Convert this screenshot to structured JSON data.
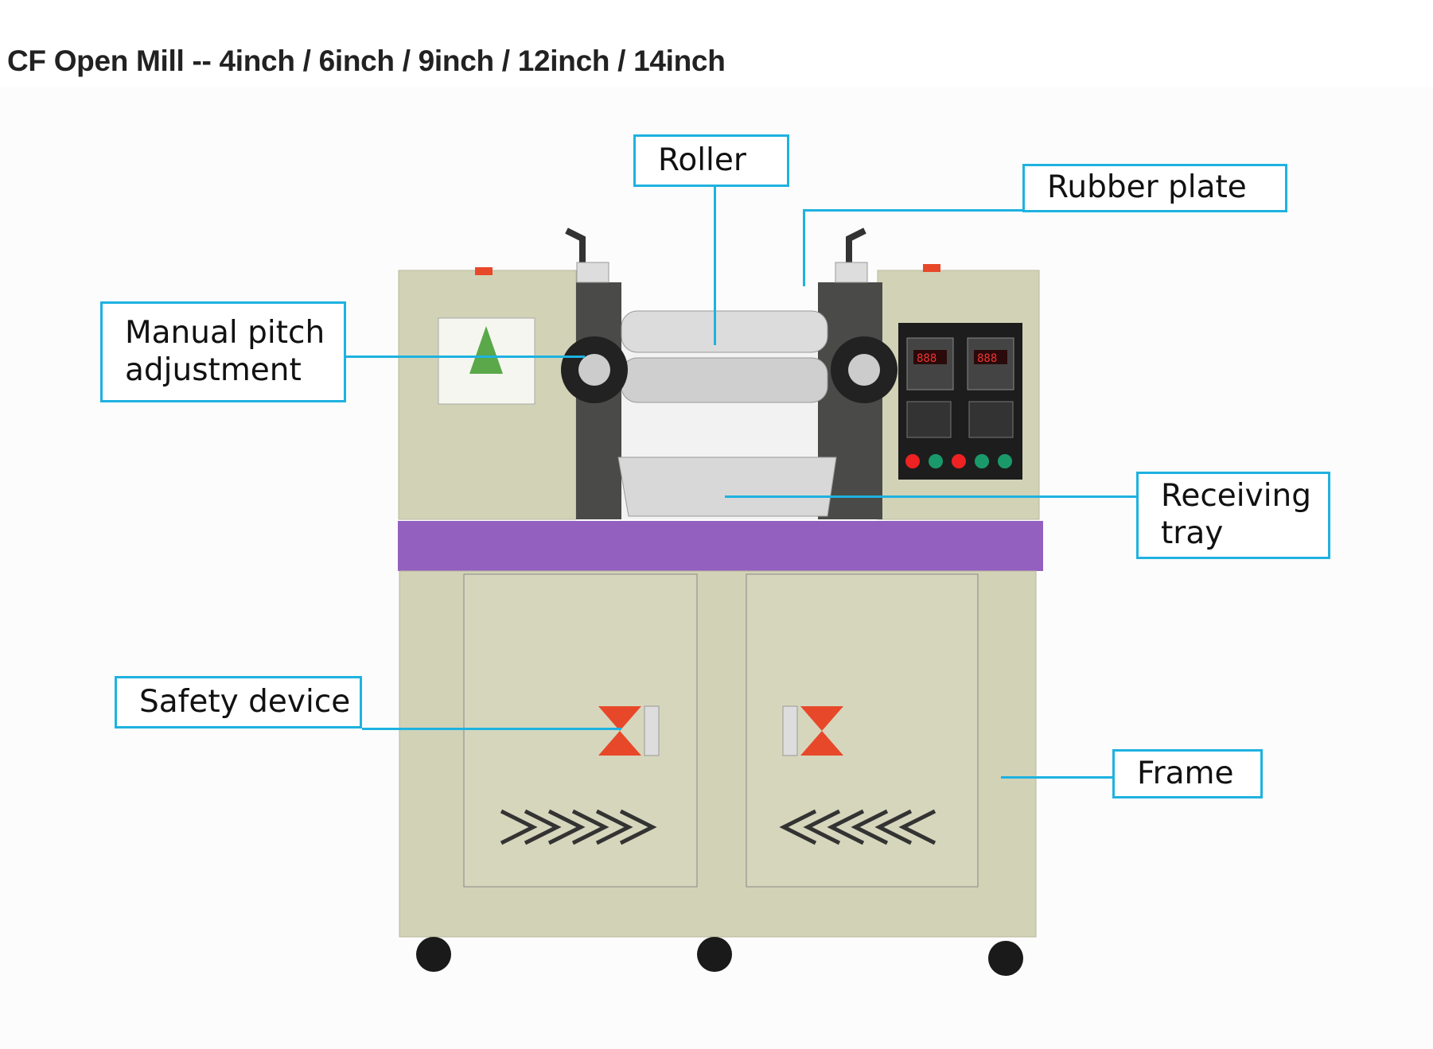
{
  "title": "CF Open Mill -- 4inch / 6inch / 9inch / 12inch / 14inch",
  "labels": {
    "roller": "Roller",
    "rubber_plate": "Rubber plate",
    "manual_pitch": "Manual pitch adjustment",
    "receiving_tray": "Receiving tray",
    "safety_device": "Safety device",
    "frame": "Frame"
  },
  "colors": {
    "callout": "#1eb2e0",
    "body": "#cfcfb0",
    "band": "#9460c0",
    "emergency_stop": "#e8482a"
  }
}
